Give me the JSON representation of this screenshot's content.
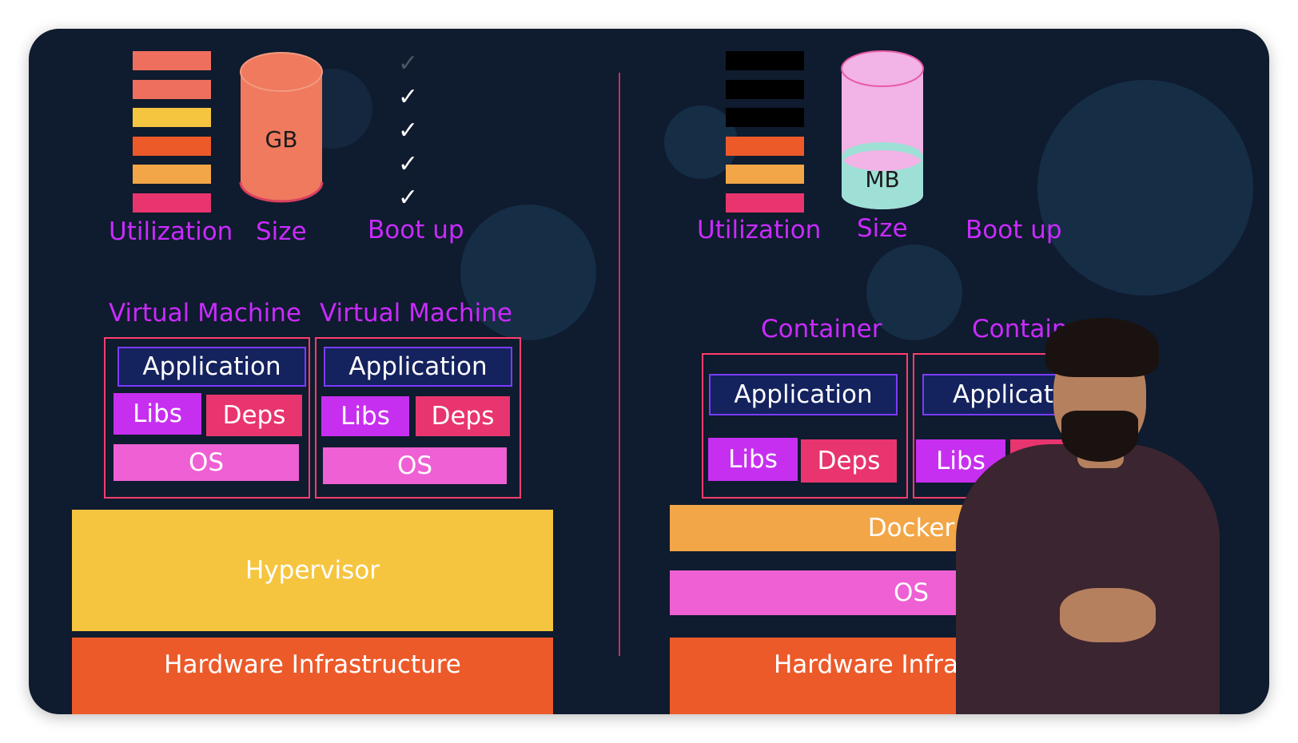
{
  "vm_side": {
    "metrics": {
      "utilization_label": "Utilization",
      "size_label": "Size",
      "bootup_label": "Boot up",
      "size_value": "GB",
      "utilization_bar_colors": [
        "#ef6f5e",
        "#ef6f5e",
        "#f6c540",
        "#ec5a2a",
        "#f3a647",
        "#e8356f"
      ],
      "bootup_checks": 5,
      "check_symbol": "✓"
    },
    "virtual_machines": [
      {
        "title": "Virtual Machine",
        "application": "Application",
        "libs": "Libs",
        "deps": "Deps",
        "os": "OS"
      },
      {
        "title": "Virtual Machine",
        "application": "Application",
        "libs": "Libs",
        "deps": "Deps",
        "os": "OS"
      }
    ],
    "hypervisor": "Hypervisor",
    "hardware": "Hardware Infrastructure"
  },
  "container_side": {
    "metrics": {
      "utilization_label": "Utilization",
      "size_label": "Size",
      "bootup_label": "Boot up",
      "size_value": "MB",
      "utilization_bar_colors": [
        "#000000",
        "#000000",
        "#000000",
        "#ec5a2a",
        "#f3a647",
        "#e8356f"
      ]
    },
    "containers": [
      {
        "title": "Container",
        "application": "Application",
        "libs": "Libs",
        "deps": "Deps"
      },
      {
        "title": "Containe",
        "application": "Applicatio",
        "libs": "Libs",
        "deps": ""
      }
    ],
    "docker": "Docker",
    "os": "OS",
    "hardware": "Hardware Infrastruct"
  },
  "colors": {
    "background": "#0f1b2e",
    "label": "#c92bff",
    "hypervisor": "#f6c540",
    "hardware": "#ec5a2a",
    "docker": "#f3a647",
    "os": "#ee60d4",
    "gb_cylinder": "#ef7a5e",
    "mb_cylinder_top": "#f2b3e6",
    "mb_cylinder_fill": "#9ee0d6"
  }
}
